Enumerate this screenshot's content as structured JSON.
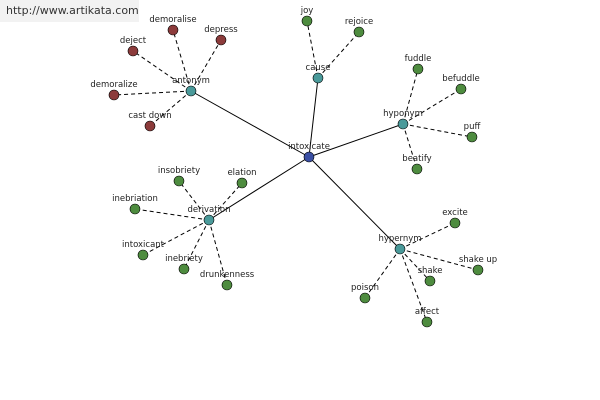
{
  "watermark": "http://www.artikata.com",
  "colors": {
    "center": "#3a4fa3",
    "relation": "#4a9a9a",
    "synonym_leaf": "#4e8c3f",
    "antonym_leaf": "#8c3b3b"
  },
  "center": {
    "label": "intoxicate"
  },
  "groups": [
    {
      "key": "antonym",
      "label": "antonym",
      "leaf_color": "antonym_leaf",
      "leaves": [
        "demoralise",
        "depress",
        "deject",
        "demoralize",
        "cast down"
      ]
    },
    {
      "key": "cause",
      "label": "cause",
      "leaf_color": "synonym_leaf",
      "leaves": [
        "joy",
        "rejoice"
      ]
    },
    {
      "key": "hyponym",
      "label": "hyponym",
      "leaf_color": "synonym_leaf",
      "leaves": [
        "fuddle",
        "befuddle",
        "puff",
        "beatify"
      ]
    },
    {
      "key": "derivation",
      "label": "derivation",
      "leaf_color": "synonym_leaf",
      "leaves": [
        "insobriety",
        "elation",
        "inebriation",
        "intoxicant",
        "inebriety",
        "drunkenness"
      ]
    },
    {
      "key": "hypernym",
      "label": "hypernym",
      "leaf_color": "synonym_leaf",
      "leaves": [
        "excite",
        "shake up",
        "shake",
        "poison",
        "affect"
      ]
    }
  ]
}
